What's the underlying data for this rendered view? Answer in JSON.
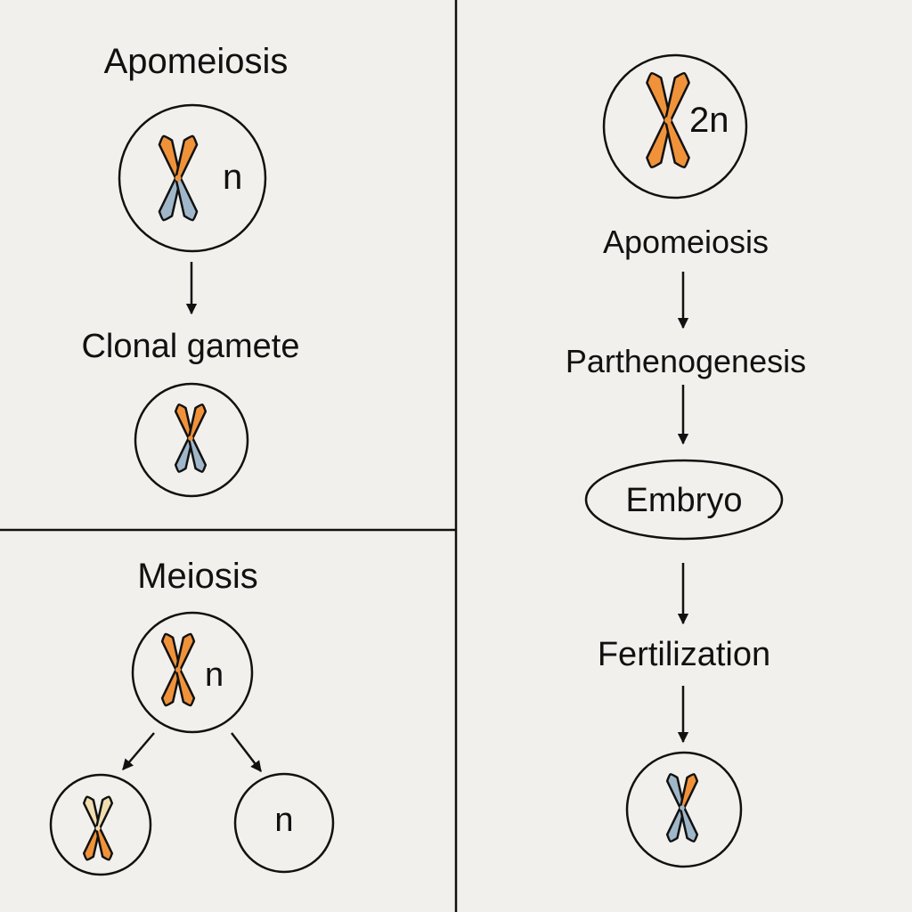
{
  "colors": {
    "background": "#f2f0ec",
    "stroke": "#111111",
    "chromatid_orange": "#f0923a",
    "chromatid_blue": "#9fb7c9",
    "chromatid_pale": "#f1ddb0"
  },
  "panels": {
    "top_left": {
      "title": "Apomeiosis",
      "cell1": {
        "ploidy_label": "n",
        "chromosome": [
          "orange-top",
          "blue-bottom"
        ]
      },
      "step_label": "Clonal gamete",
      "cell2": {
        "ploidy_label": "",
        "chromosome": [
          "orange-top",
          "blue-bottom"
        ]
      }
    },
    "bottom_left": {
      "title": "Meiosis",
      "parent_cell": {
        "ploidy_label": "n",
        "chromosome": [
          "orange",
          "orange"
        ]
      },
      "daughter_left": {
        "ploidy_label": "",
        "chromosome": [
          "pale",
          "orange"
        ]
      },
      "daughter_right": {
        "ploidy_label": "n"
      }
    },
    "right": {
      "top_cell": {
        "ploidy_label": "2n",
        "chromosome": [
          "orange",
          "orange"
        ]
      },
      "steps": [
        "Apomeiosis",
        "Parthenogenesis"
      ],
      "embryo_label": "Embryo",
      "final_step": "Fertilization",
      "bottom_cell": {
        "ploidy_label": "",
        "chromosome": [
          "blue",
          "blue-orange-top"
        ]
      }
    }
  }
}
